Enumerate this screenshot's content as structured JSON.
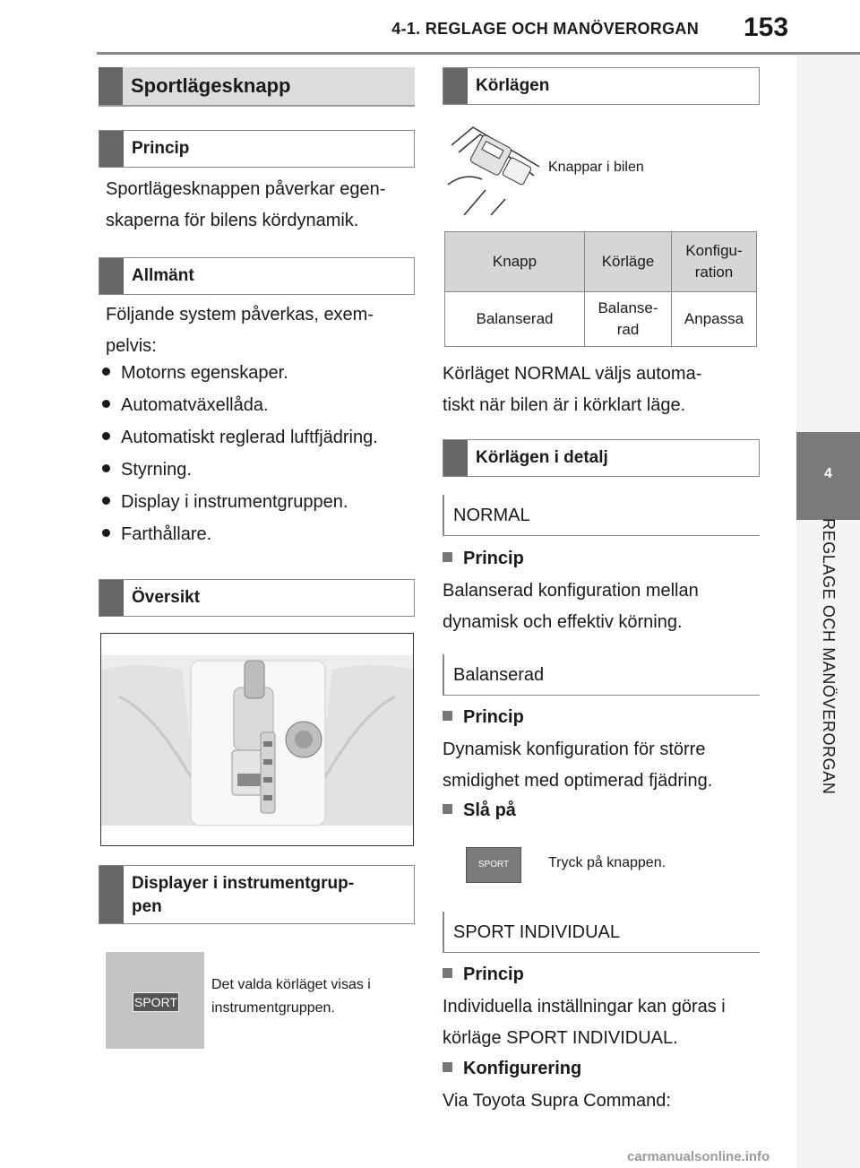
{
  "header": {
    "chapter": "4-1. REGLAGE OCH MANÖVERORGAN",
    "page": "153"
  },
  "side": {
    "tab": "4",
    "label": "REGLAGE OCH MANÖVERORGAN"
  },
  "left": {
    "main_heading": "Sportlägesknapp",
    "principle_heading": "Princip",
    "principle_text": [
      "Sportlägesknappen påverkar egen-",
      "skaperna för bilens kördynamik."
    ],
    "general_heading": "Allmänt",
    "general_text": [
      "Följande system påverkas, exem-",
      "pelvis:"
    ],
    "bullets": [
      "Motorns egenskaper.",
      "Automatväxellåda.",
      "Automatiskt reglerad luftfjädring.",
      "Styrning.",
      "Display i instrumentgruppen.",
      "Farthållare."
    ],
    "overview_heading": "Översikt",
    "display_heading": [
      "Displayer i instrumentgrup-",
      "pen"
    ],
    "sport_badge": "SPORT",
    "display_caption": [
      "Det valda körläget visas i",
      "instrumentgruppen."
    ]
  },
  "right": {
    "modes_heading": "Körlägen",
    "image_caption": "Knappar i bilen",
    "table": {
      "headers": [
        [
          "Knapp"
        ],
        [
          "Körläge"
        ],
        [
          "Konfigu-",
          "ration"
        ]
      ],
      "row": [
        [
          "Balanserad"
        ],
        [
          "Balanse-",
          "rad"
        ],
        [
          "Anpassa"
        ]
      ]
    },
    "normal_text": [
      "Körläget NORMAL väljs automa-",
      "tiskt när bilen är i körklart läge."
    ],
    "detail_heading": "Körlägen i detalj",
    "mode_normal": "NORMAL",
    "principle_1": "Princip",
    "normal_desc": [
      "Balanserad konfiguration mellan",
      "dynamisk och effektiv körning."
    ],
    "mode_balanced": "Balanserad",
    "principle_2": "Princip",
    "balanced_desc": [
      "Dynamisk konfiguration för större",
      "smidighet med optimerad fjädring."
    ],
    "switch_on": "Slå på",
    "sport_button": "SPORT",
    "press_caption": "Tryck på knappen.",
    "mode_sport_ind": "SPORT INDIVIDUAL",
    "principle_3": "Princip",
    "sport_ind_desc": [
      "Individuella inställningar kan göras i",
      "körläge SPORT INDIVIDUAL."
    ],
    "configuration": "Konfigurering",
    "config_text": "Via Toyota Supra Command:"
  },
  "footer": {
    "watermark": "carmanualsonline.info"
  }
}
